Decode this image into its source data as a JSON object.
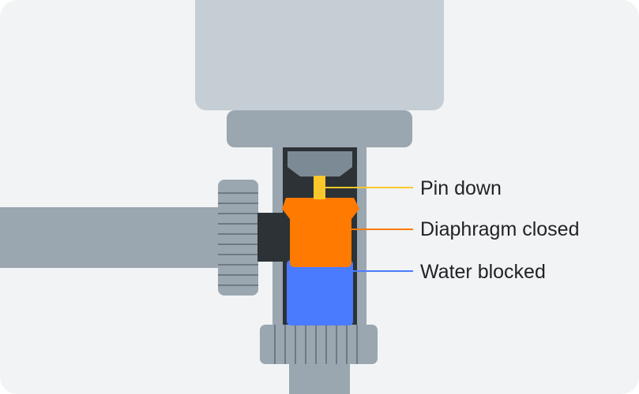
{
  "callouts": {
    "pin": {
      "label": "Pin down",
      "color": "#fbc82b"
    },
    "diaphragm": {
      "label": "Diaphragm closed",
      "color": "#ff7a00"
    },
    "water": {
      "label": "Water blocked",
      "color": "#4a7bff"
    }
  },
  "colors": {
    "background": "#f1f3f4",
    "actuator": "#c5ced5",
    "metal": "#9aa6b0",
    "metal_dark": "#7c8a95",
    "cavity": "#2c3236",
    "grip_lines": "#5f6b74"
  }
}
